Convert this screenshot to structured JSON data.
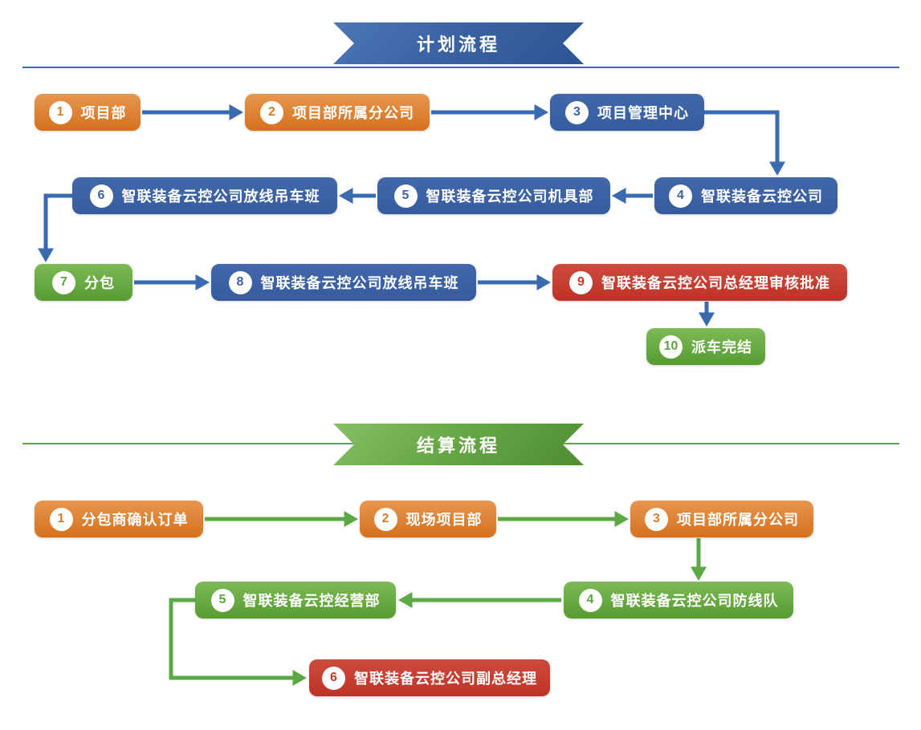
{
  "sections": [
    {
      "banner": "计划流程",
      "nodes": [
        {
          "num": "1",
          "label": "项目部"
        },
        {
          "num": "2",
          "label": "项目部所属分公司"
        },
        {
          "num": "3",
          "label": "项目管理中心"
        },
        {
          "num": "4",
          "label": "智联装备云控公司"
        },
        {
          "num": "5",
          "label": "智联装备云控公司机具部"
        },
        {
          "num": "6",
          "label": "智联装备云控公司放线吊车班"
        },
        {
          "num": "7",
          "label": "分包"
        },
        {
          "num": "8",
          "label": "智联装备云控公司放线吊车班"
        },
        {
          "num": "9",
          "label": "智联装备云控公司总经理审核批准"
        },
        {
          "num": "10",
          "label": "派车完结"
        }
      ]
    },
    {
      "banner": "结算流程",
      "nodes": [
        {
          "num": "1",
          "label": "分包商确认订单"
        },
        {
          "num": "2",
          "label": "现场项目部"
        },
        {
          "num": "3",
          "label": "项目部所属分公司"
        },
        {
          "num": "4",
          "label": "智联装备云控公司防线队"
        },
        {
          "num": "5",
          "label": "智联装备云控经营部"
        },
        {
          "num": "6",
          "label": "智联装备云控公司副总经理"
        }
      ]
    }
  ],
  "colors": {
    "plan_banner": "#3a63a4",
    "settle_banner": "#68a847",
    "plan_arrow": "#3a6bae",
    "settle_arrow": "#5ca845",
    "node_orange": "#d4711d",
    "node_blue": "#3a62a4",
    "node_green": "#5ea53c",
    "node_red": "#c43b2f"
  }
}
